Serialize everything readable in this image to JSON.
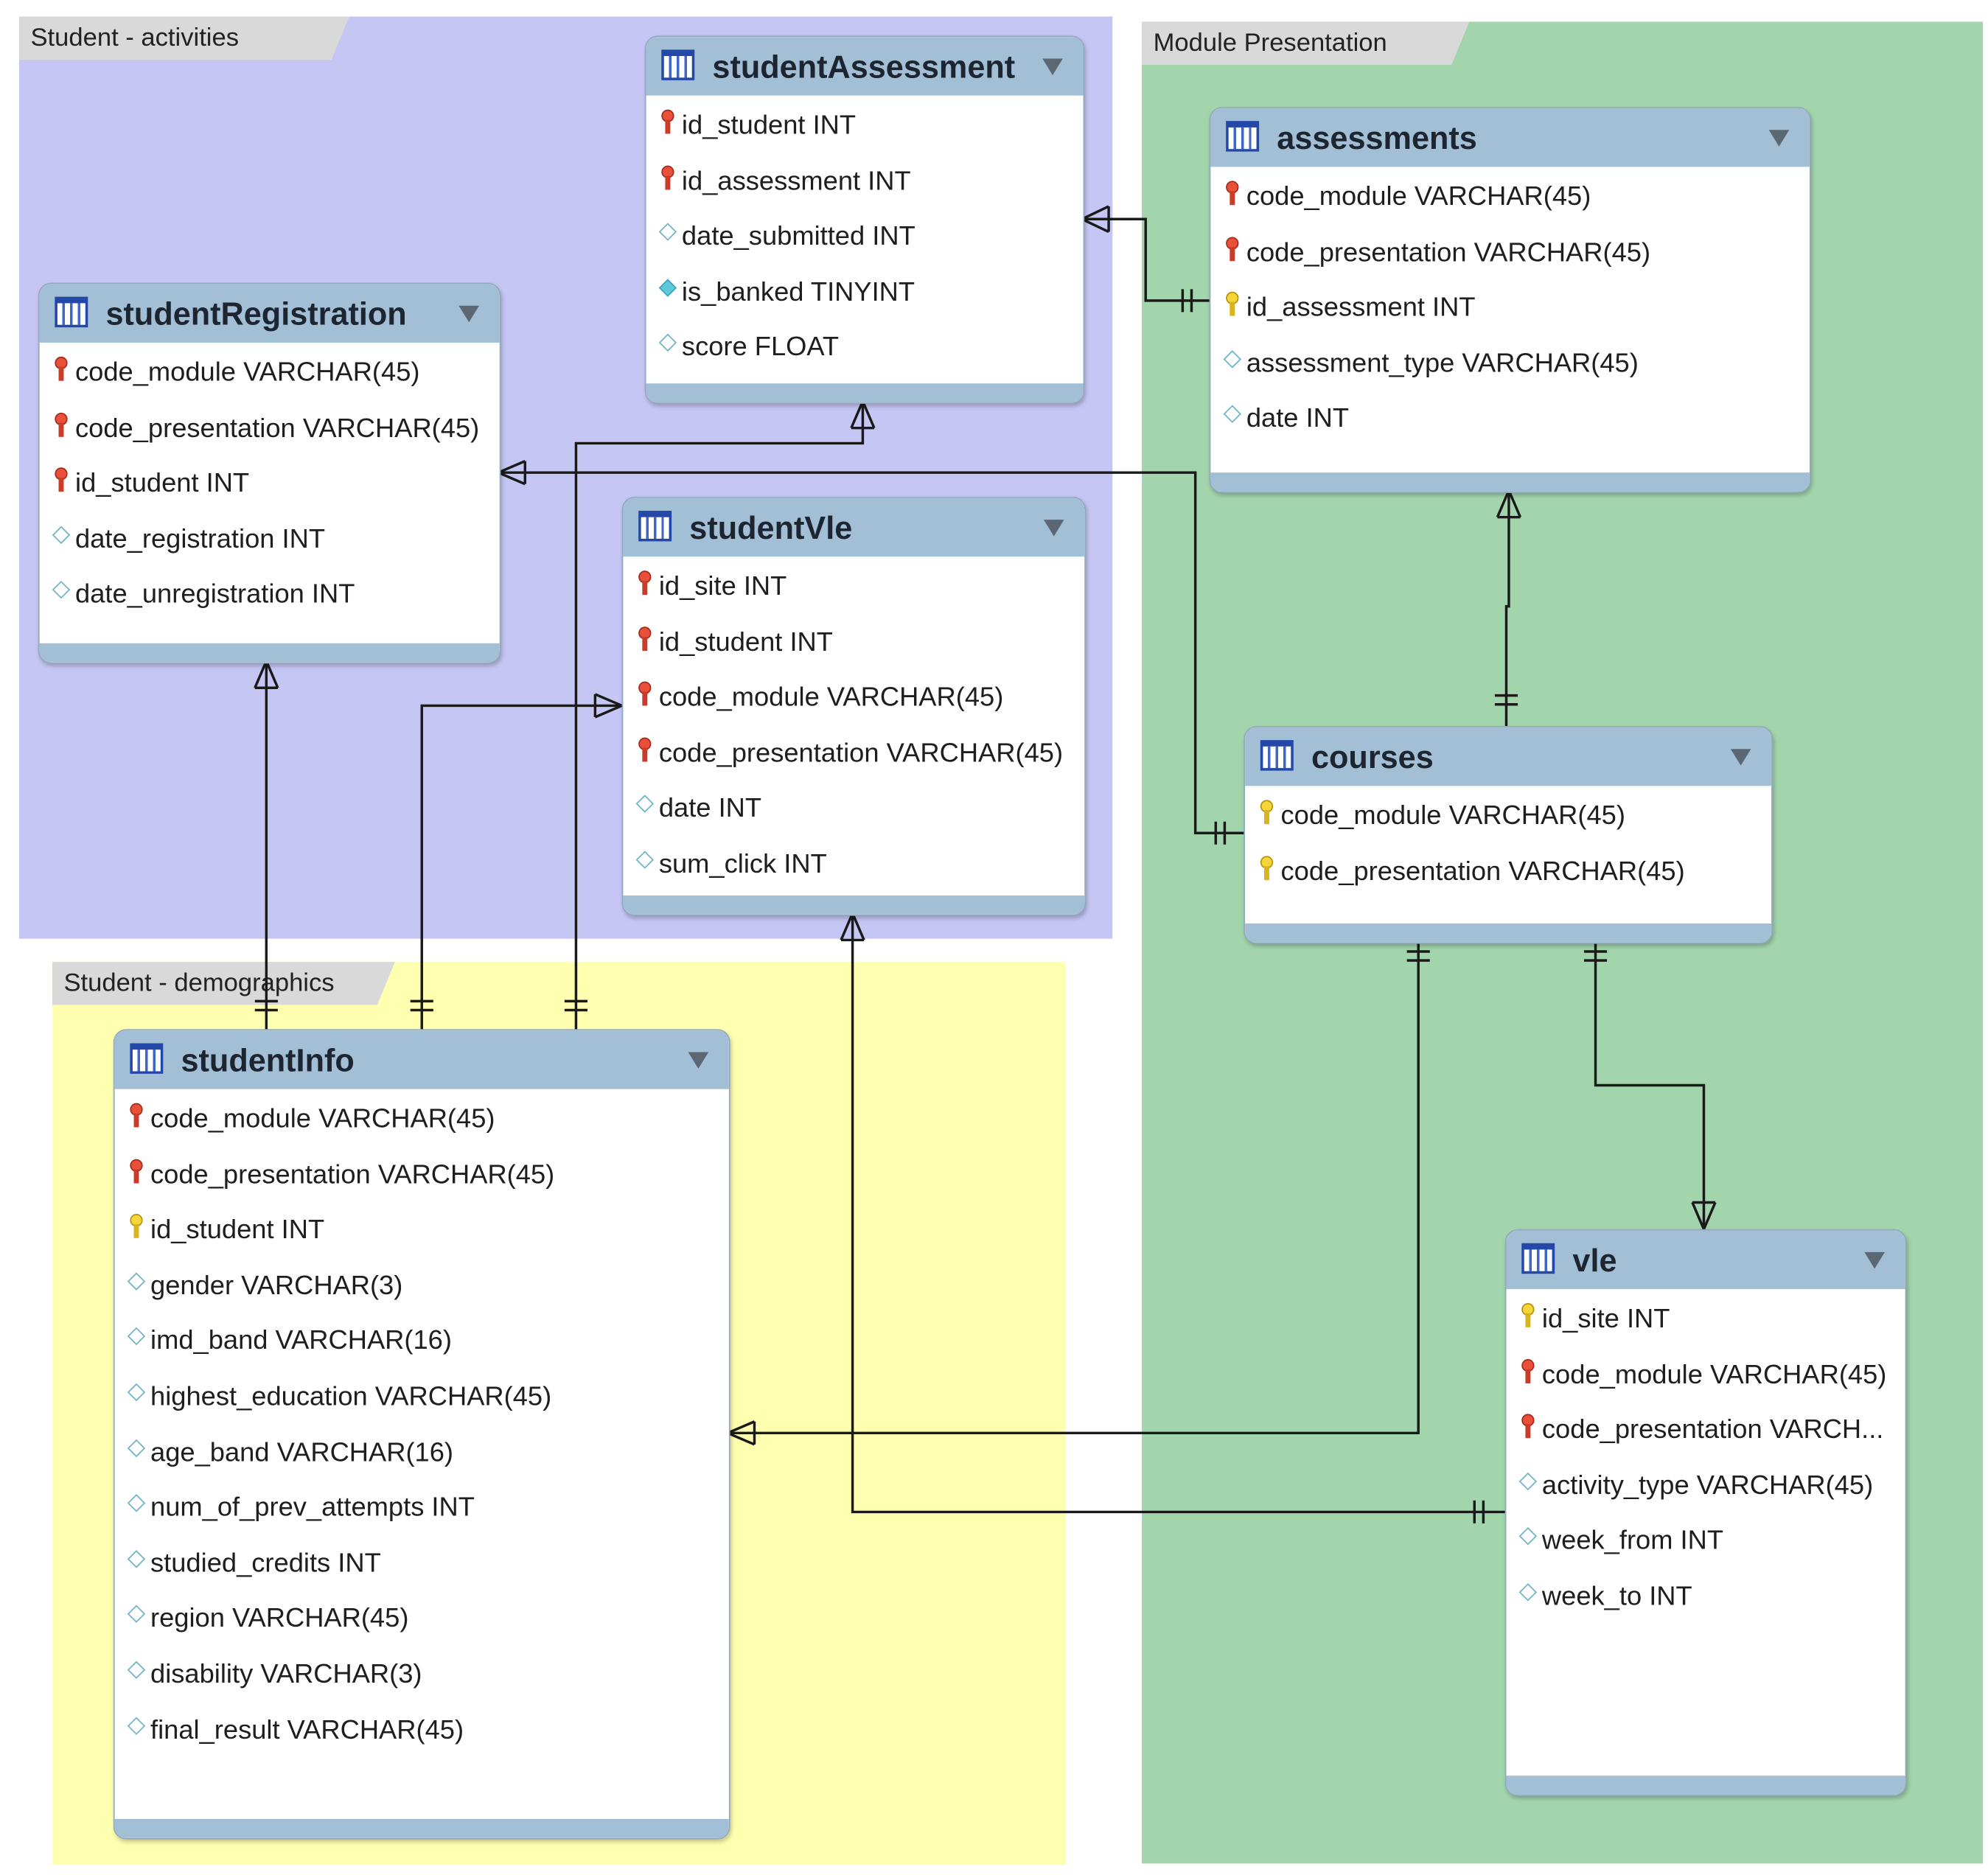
{
  "groups": {
    "student_activities": {
      "label": "Student - activities",
      "color": "#c6c6f5"
    },
    "module_presentation": {
      "label": "Module Presentation",
      "color": "#a2d5ac"
    },
    "student_demographics": {
      "label": "Student - demographics",
      "color": "#ffffb0"
    }
  },
  "tables": {
    "studentAssessment": {
      "name": "studentAssessment",
      "columns": [
        {
          "label": "id_student INT",
          "icon": "red-key-icon"
        },
        {
          "label": "id_assessment INT",
          "icon": "red-key-icon"
        },
        {
          "label": "date_submitted INT",
          "icon": "diamond-icon"
        },
        {
          "label": "is_banked TINYINT",
          "icon": "filled-diamond-icon"
        },
        {
          "label": "score FLOAT",
          "icon": "diamond-icon"
        }
      ]
    },
    "studentRegistration": {
      "name": "studentRegistration",
      "columns": [
        {
          "label": "code_module VARCHAR(45)",
          "icon": "red-key-icon"
        },
        {
          "label": "code_presentation VARCHAR(45)",
          "icon": "red-key-icon"
        },
        {
          "label": "id_student INT",
          "icon": "red-key-icon"
        },
        {
          "label": "date_registration INT",
          "icon": "diamond-icon"
        },
        {
          "label": "date_unregistration INT",
          "icon": "diamond-icon"
        }
      ]
    },
    "studentVle": {
      "name": "studentVle",
      "columns": [
        {
          "label": "id_site INT",
          "icon": "red-key-icon"
        },
        {
          "label": "id_student INT",
          "icon": "red-key-icon"
        },
        {
          "label": "code_module VARCHAR(45)",
          "icon": "red-key-icon"
        },
        {
          "label": "code_presentation VARCHAR(45)",
          "icon": "red-key-icon"
        },
        {
          "label": "date INT",
          "icon": "diamond-icon"
        },
        {
          "label": "sum_click INT",
          "icon": "diamond-icon"
        }
      ]
    },
    "assessments": {
      "name": "assessments",
      "columns": [
        {
          "label": "code_module VARCHAR(45)",
          "icon": "red-key-icon"
        },
        {
          "label": "code_presentation VARCHAR(45)",
          "icon": "red-key-icon"
        },
        {
          "label": "id_assessment INT",
          "icon": "yellow-key-icon"
        },
        {
          "label": "assessment_type VARCHAR(45)",
          "icon": "diamond-icon"
        },
        {
          "label": "date INT",
          "icon": "diamond-icon"
        }
      ]
    },
    "courses": {
      "name": "courses",
      "columns": [
        {
          "label": "code_module VARCHAR(45)",
          "icon": "yellow-key-icon"
        },
        {
          "label": "code_presentation VARCHAR(45)",
          "icon": "yellow-key-icon"
        }
      ]
    },
    "studentInfo": {
      "name": "studentInfo",
      "columns": [
        {
          "label": "code_module VARCHAR(45)",
          "icon": "red-key-icon"
        },
        {
          "label": "code_presentation VARCHAR(45)",
          "icon": "red-key-icon"
        },
        {
          "label": "id_student INT",
          "icon": "yellow-key-icon"
        },
        {
          "label": "gender VARCHAR(3)",
          "icon": "diamond-icon"
        },
        {
          "label": "imd_band VARCHAR(16)",
          "icon": "diamond-icon"
        },
        {
          "label": "highest_education VARCHAR(45)",
          "icon": "diamond-icon"
        },
        {
          "label": "age_band VARCHAR(16)",
          "icon": "diamond-icon"
        },
        {
          "label": "num_of_prev_attempts INT",
          "icon": "diamond-icon"
        },
        {
          "label": "studied_credits INT",
          "icon": "diamond-icon"
        },
        {
          "label": "region VARCHAR(45)",
          "icon": "diamond-icon"
        },
        {
          "label": "disability VARCHAR(3)",
          "icon": "diamond-icon"
        },
        {
          "label": "final_result VARCHAR(45)",
          "icon": "diamond-icon"
        }
      ]
    },
    "vle": {
      "name": "vle",
      "columns": [
        {
          "label": "id_site INT",
          "icon": "yellow-key-icon"
        },
        {
          "label": "code_module VARCHAR(45)",
          "icon": "red-key-icon"
        },
        {
          "label": "code_presentation VARCH...",
          "icon": "red-key-icon"
        },
        {
          "label": "activity_type VARCHAR(45)",
          "icon": "diamond-icon"
        },
        {
          "label": "week_from INT",
          "icon": "diamond-icon"
        },
        {
          "label": "week_to INT",
          "icon": "diamond-icon"
        }
      ]
    }
  },
  "relationships": [
    {
      "from": "assessments",
      "to": "studentAssessment",
      "cardinality": "one-to-many"
    },
    {
      "from": "courses",
      "to": "assessments",
      "cardinality": "one-to-many"
    },
    {
      "from": "courses",
      "to": "studentRegistration",
      "cardinality": "one-to-many"
    },
    {
      "from": "courses",
      "to": "studentInfo",
      "cardinality": "one-to-many"
    },
    {
      "from": "courses",
      "to": "vle",
      "cardinality": "one-to-many"
    },
    {
      "from": "studentInfo",
      "to": "studentRegistration",
      "cardinality": "one-to-many"
    },
    {
      "from": "studentInfo",
      "to": "studentVle",
      "cardinality": "one-to-many"
    },
    {
      "from": "studentInfo",
      "to": "studentAssessment",
      "cardinality": "one-to-many"
    },
    {
      "from": "vle",
      "to": "studentVle",
      "cardinality": "one-to-many"
    }
  ]
}
